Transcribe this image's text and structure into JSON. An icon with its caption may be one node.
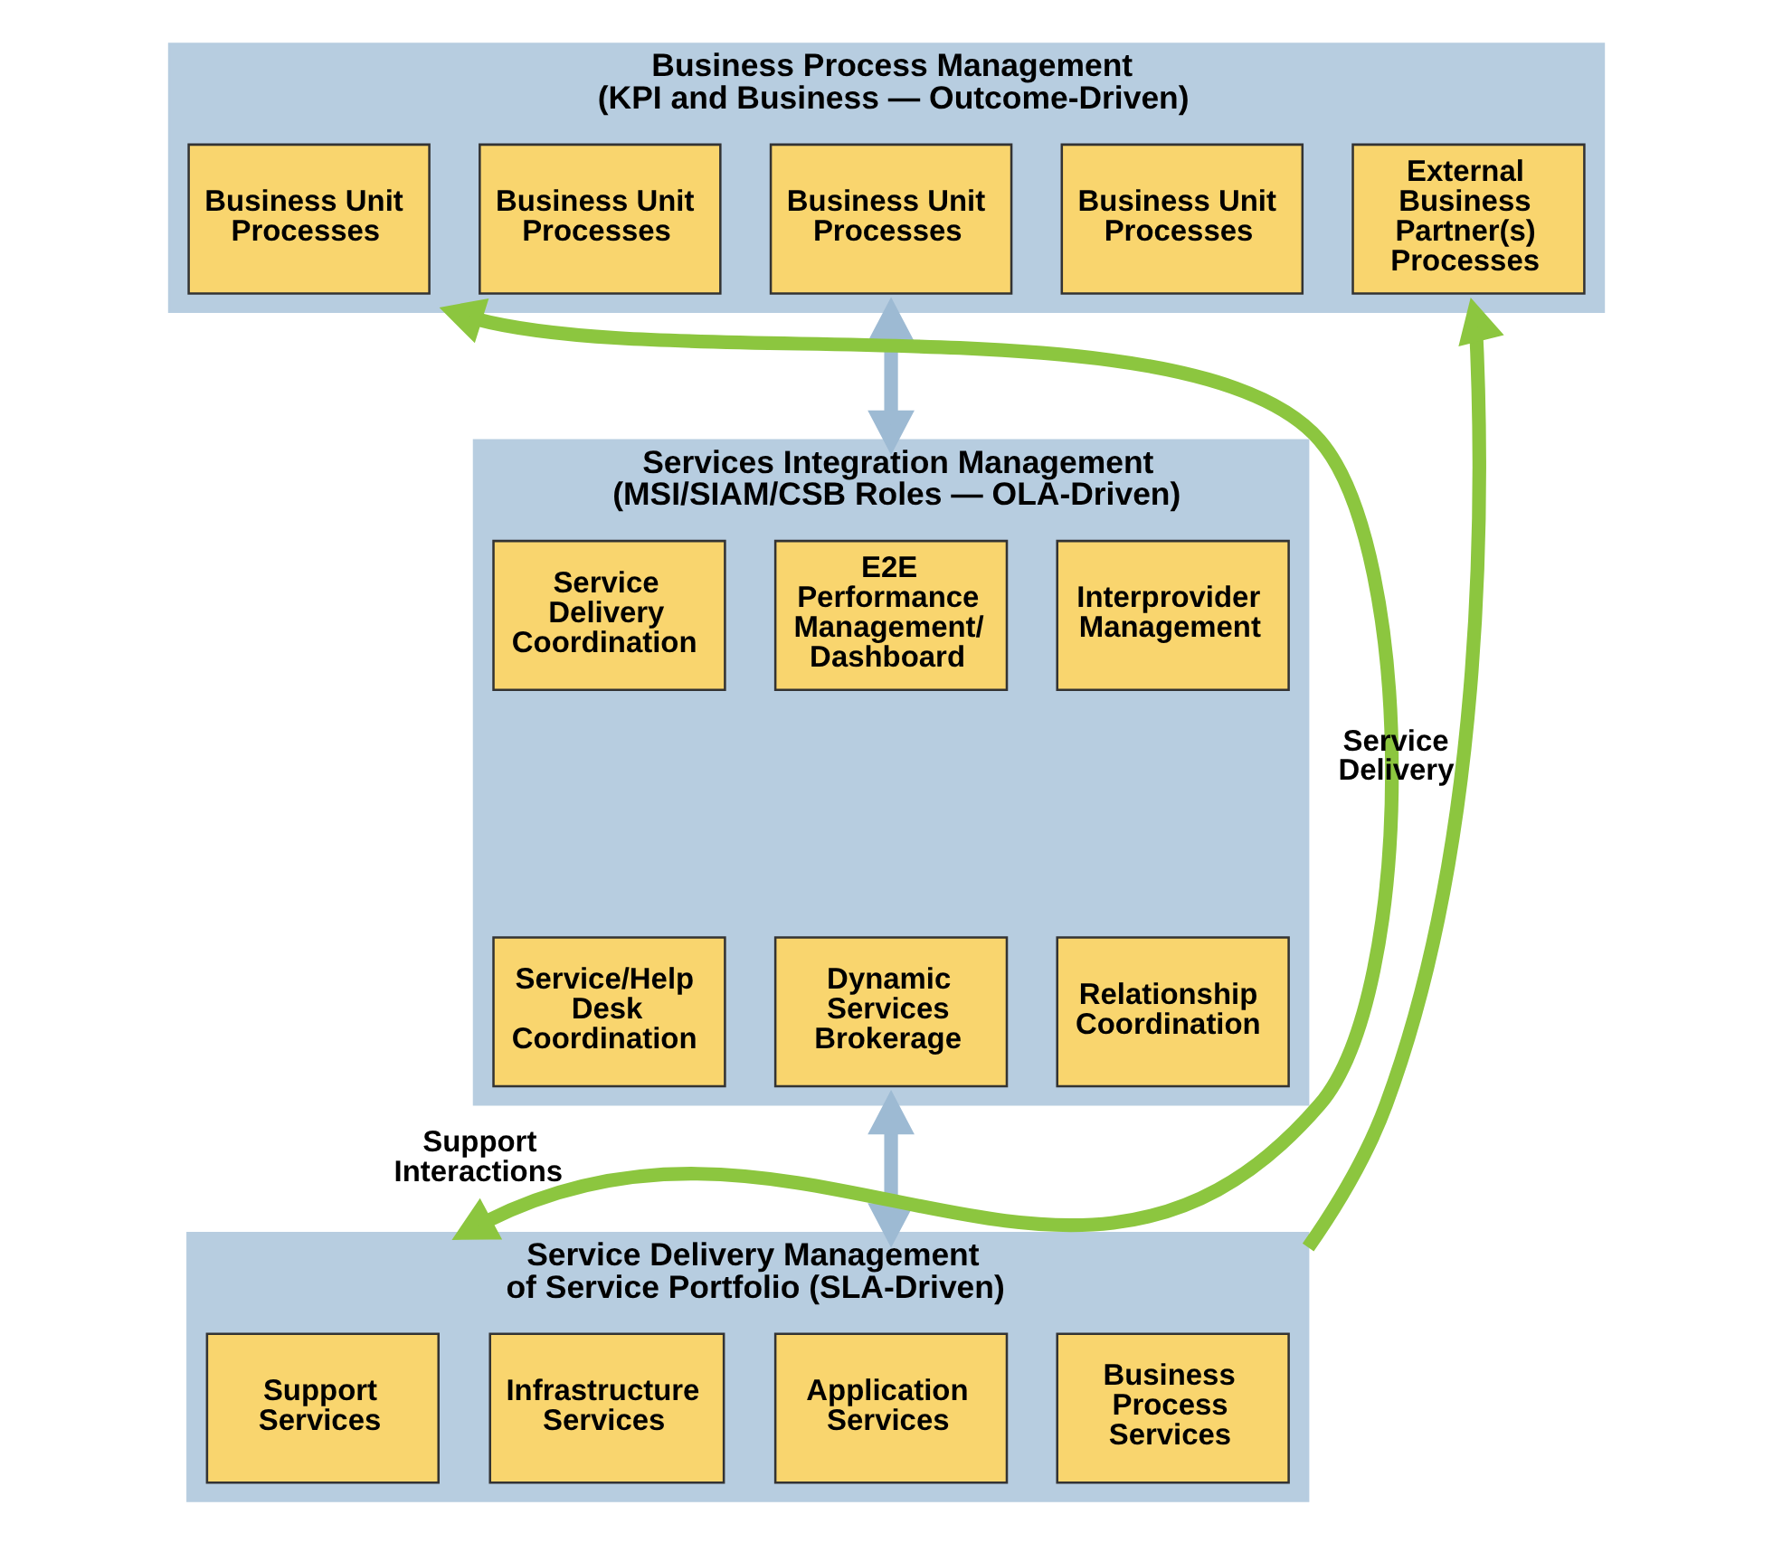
{
  "diagram": {
    "nodes": [
      {
        "text": [
          "Business Process Management",
          "(KPI and Business — Outcome-Driven)"
        ]
      },
      {
        "text": [
          "Business Unit Processes"
        ],
        "in": 0
      },
      {
        "text": [
          "Business Unit Processes"
        ],
        "in": 0
      },
      {
        "text": [
          "Business Unit Processes"
        ],
        "in": 0
      },
      {
        "text": [
          "Business Unit Processes"
        ],
        "in": 0
      },
      {
        "text": [
          "External Business Partner(s) Processes"
        ],
        "in": 0
      },
      {
        "text": [
          "Services Integration Management",
          "(MSI/SIAM/CSB Roles — OLA-Driven)"
        ]
      },
      {
        "text": [
          "Service Delivery Coordination"
        ],
        "in": 6
      },
      {
        "text": [
          "E2E Performance Management/ Dashboard"
        ],
        "in": 6
      },
      {
        "text": [
          "Interprovider Management"
        ],
        "in": 6
      },
      {
        "text": [
          "Service/Help Desk Coordination"
        ],
        "in": 6
      },
      {
        "text": [
          "Dynamic Services Brokerage"
        ],
        "in": 6
      },
      {
        "text": [
          "Relationship Coordination"
        ],
        "in": 6
      },
      {
        "text": [
          "Service Delivery Management",
          "of Service Portfolio (SLA-Driven)"
        ]
      },
      {
        "text": [
          "Support Services"
        ],
        "in": 13
      },
      {
        "text": [
          "Infrastructure Services"
        ],
        "in": 13
      },
      {
        "text": [
          "Application Services"
        ],
        "in": 13
      },
      {
        "text": [
          "Business Process Services"
        ],
        "in": 13
      }
    ],
    "edges": [
      {
        "from": 0,
        "to": 6,
        "arrow": "both"
      },
      {
        "from": 6,
        "to": 13,
        "arrow": "both"
      },
      {
        "from": 13,
        "to": 0,
        "arrow": "both",
        "color": "#8cc63f",
        "label": "Support Interactions"
      },
      {
        "from": 13,
        "to": 0,
        "arrow": "to",
        "color": "#8cc63f",
        "label": "Service Delivery"
      }
    ]
  }
}
